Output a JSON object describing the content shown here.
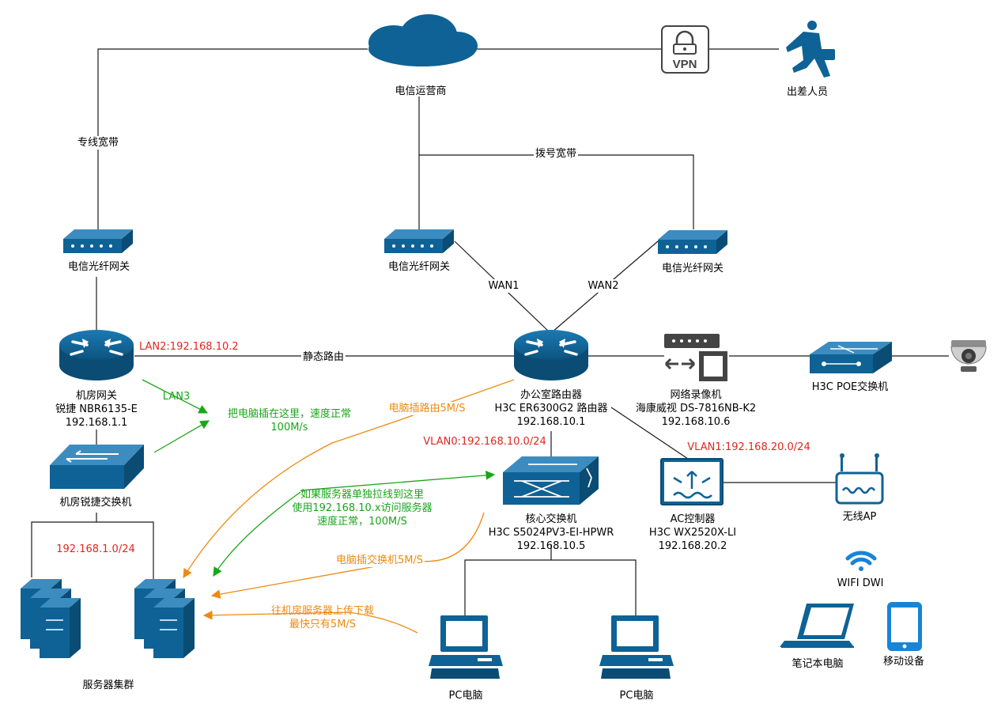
{
  "nodes": {
    "isp_cloud": {
      "label": "电信运营商"
    },
    "vpn": {
      "badge": "VPN"
    },
    "traveler": {
      "label": "出差人员"
    },
    "gw_left": {
      "label": "电信光纤网关"
    },
    "gw_mid": {
      "label": "电信光纤网关"
    },
    "gw_right": {
      "label": "电信光纤网关"
    },
    "server_router": {
      "line1": "机房网关",
      "line2": "锐捷 NBR6135-E",
      "line3": "192.168.1.1"
    },
    "office_router": {
      "line1": "办公室路由器",
      "line2": "H3C ER6300G2 路由器",
      "line3": "192.168.10.1"
    },
    "nvr": {
      "line1": "网络录像机",
      "line2": "海康威视 DS-7816NB-K2",
      "line3": "192.168.10.6"
    },
    "poe_switch": {
      "label": "H3C POE交换机"
    },
    "server_switch": {
      "label": "机房锐捷交换机"
    },
    "core_switch": {
      "line1": "核心交换机",
      "line2": "H3C S5024PV3-EI-HPWR",
      "line3": "192.168.10.5"
    },
    "ac": {
      "line1": "AC控制器",
      "line2": "H3C WX2520X-LI",
      "line3": "192.168.20.2"
    },
    "ap": {
      "label": "无线AP"
    },
    "wifi": {
      "label": "WIFI DWI"
    },
    "laptop": {
      "label": "笔记本电脑"
    },
    "mobile": {
      "label": "移动设备"
    },
    "pc_left": {
      "label": "PC电脑"
    },
    "pc_right": {
      "label": "PC电脑"
    },
    "server_cluster": {
      "label": "服务器集群"
    }
  },
  "links": {
    "dedicated": "专线宽带",
    "dialup": "拨号宽带",
    "wan1": "WAN1",
    "wan2": "WAN2",
    "static_route": "静态路由",
    "lan3": "LAN3"
  },
  "annotations": {
    "lan2": "LAN2:192.168.10.2",
    "vlan0": "VLAN0:192.168.10.0/24",
    "vlan1": "VLAN1:192.168.20.0/24",
    "subnet_server": "192.168.1.0/24",
    "green_plug_1": "把电脑插在这里，速度正常",
    "green_plug_2": "100M/s",
    "green_direct_1": "如果服务器单独拉线到这里",
    "green_direct_2": "使用192.168.10.x访问服务器",
    "green_direct_3": "速度正常，100M/S",
    "orange_router": "电脑插路由5M/S",
    "orange_switch": "电脑插交换机5M/S",
    "orange_upload_1": "往机房服务器上传下载",
    "orange_upload_2": "最快只有5M/S"
  },
  "colors": {
    "device_blue": "#0e6295",
    "wire": "#1a1a1a",
    "green": "#1aa51a",
    "orange": "#ee8a10",
    "red": "#e0261f"
  }
}
